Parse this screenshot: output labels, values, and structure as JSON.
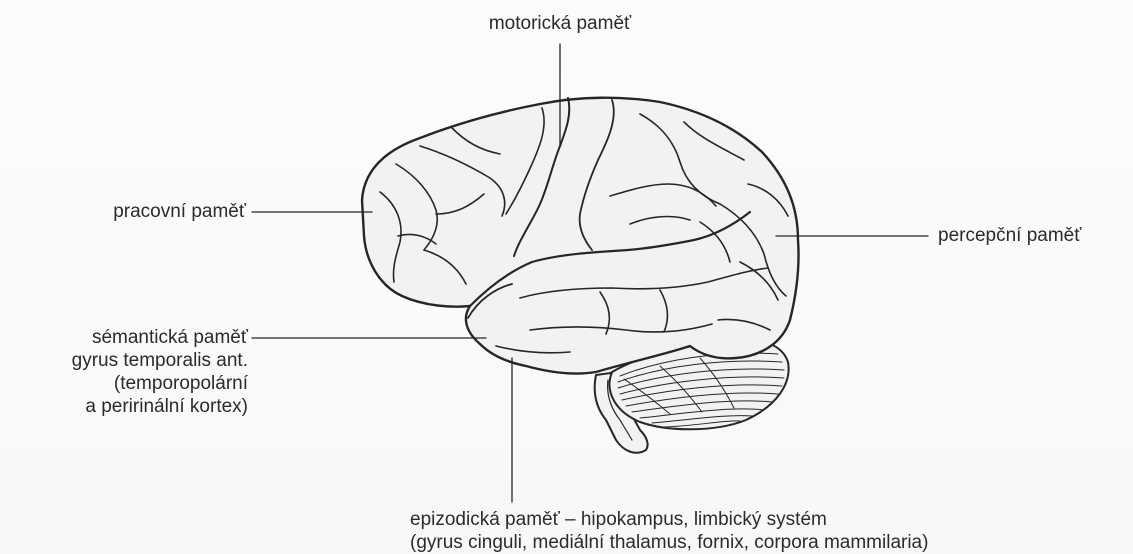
{
  "labels": {
    "motor": "motorická paměť",
    "working": "pracovní paměť",
    "perceptual": "percepční paměť",
    "semantic": {
      "line1": "sémantická paměť",
      "line2": "gyrus temporalis ant.",
      "line3": "(temporopolární",
      "line4": "a peririnální kortex)"
    },
    "episodic": {
      "line1": "epizodická paměť – hipokampus, limbický systém",
      "line2": "(gyrus cinguli, mediální thalamus, fornix,  corpora mammilaria)"
    }
  },
  "colors": {
    "ink": "#262626",
    "brain_fill": "#f2f2f2",
    "background": "#fbfbfb"
  }
}
